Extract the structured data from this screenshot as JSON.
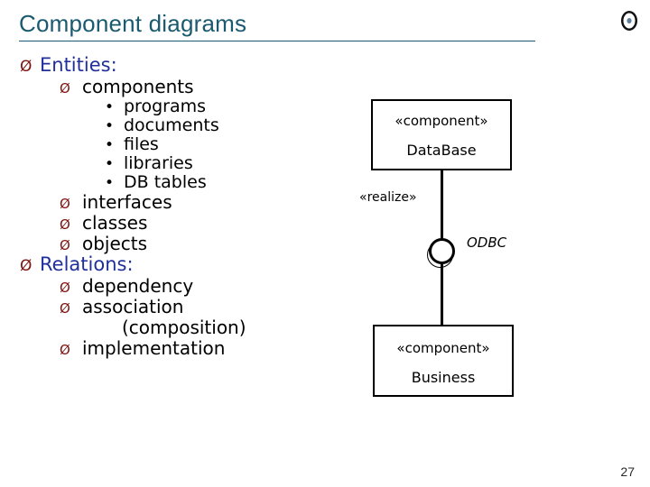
{
  "slide": {
    "title": "Component diagrams",
    "page_number": "27",
    "title_color": "#1a5a70",
    "heading_color": "#1f2f9c",
    "marker_color": "#7b1512",
    "icon": "disc-icon"
  },
  "outline": [
    {
      "level": 1,
      "marker": "Ø",
      "text": "Entities:"
    },
    {
      "level": 2,
      "marker": "Ø",
      "text": "components"
    },
    {
      "level": 3,
      "marker": "•",
      "text": "programs"
    },
    {
      "level": 3,
      "marker": "•",
      "text": "documents"
    },
    {
      "level": 3,
      "marker": "•",
      "text": "files"
    },
    {
      "level": 3,
      "marker": "•",
      "text": "libraries"
    },
    {
      "level": 3,
      "marker": "•",
      "text": "DB tables"
    },
    {
      "level": 2,
      "marker": "Ø",
      "text": "interfaces"
    },
    {
      "level": 2,
      "marker": "Ø",
      "text": "classes"
    },
    {
      "level": 2,
      "marker": "Ø",
      "text": "objects"
    },
    {
      "level": 1,
      "marker": "Ø",
      "text": "Relations:"
    },
    {
      "level": 2,
      "marker": "Ø",
      "text": "dependency"
    },
    {
      "level": 2,
      "marker": "Ø",
      "text": "association"
    },
    {
      "level": 0,
      "marker": "",
      "text": "(composition)"
    },
    {
      "level": 2,
      "marker": "Ø",
      "text": "implementation"
    }
  ],
  "diagram": {
    "component_top": {
      "stereotype": "«component»",
      "name": "DataBase"
    },
    "component_bottom": {
      "stereotype": "«component»",
      "name": "Business"
    },
    "relation_label": "«realize»",
    "interface_label": "ODBC"
  }
}
